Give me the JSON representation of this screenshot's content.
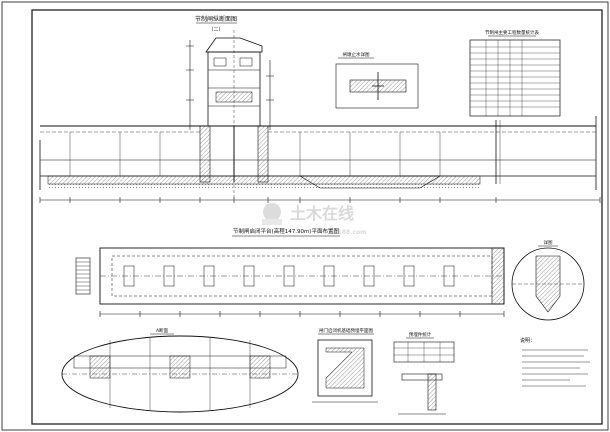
{
  "titles": {
    "section_main": "节制闸纵断面图",
    "section_main_sub": "（二）",
    "plan_main": "节制闸启闭平台(高程147.90m)平面布置图",
    "detail_small_a": "闸墩止水详图",
    "table_title": "节制闸主要工程数量统计表",
    "circle_detail": "详图",
    "ellipse_plan": "A断面",
    "small_plan": "闸门启闭机基础预埋平面图",
    "small_table_title": "预埋件统计",
    "notes_title": "说明："
  },
  "watermark": {
    "text": "土木在线",
    "url": "co188.com"
  },
  "colors": {
    "line": "#111111",
    "hatch": "#555555",
    "watermark": "#d9d9d9"
  }
}
